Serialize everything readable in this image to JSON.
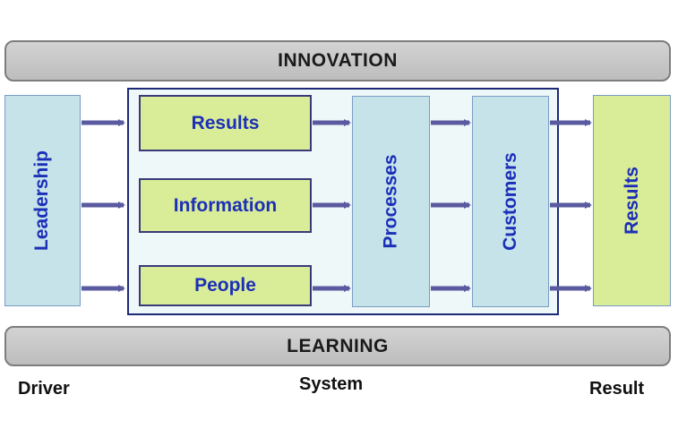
{
  "bars": {
    "top": "INNOVATION",
    "bottom": "LEARNING"
  },
  "boxes": {
    "leadership": "Leadership",
    "results_inner": "Results",
    "information": "Information",
    "people": "People",
    "processes": "Processes",
    "customers": "Customers",
    "results_outer": "Results"
  },
  "captions": {
    "driver": "Driver",
    "system": "System",
    "result": "Result"
  },
  "colors": {
    "blue_box": "#c5e3e9",
    "green_box": "#d9ec97",
    "label_text": "#1c2fb8",
    "arrow": "#5a5aa0",
    "frame_border": "#1e2a78"
  }
}
